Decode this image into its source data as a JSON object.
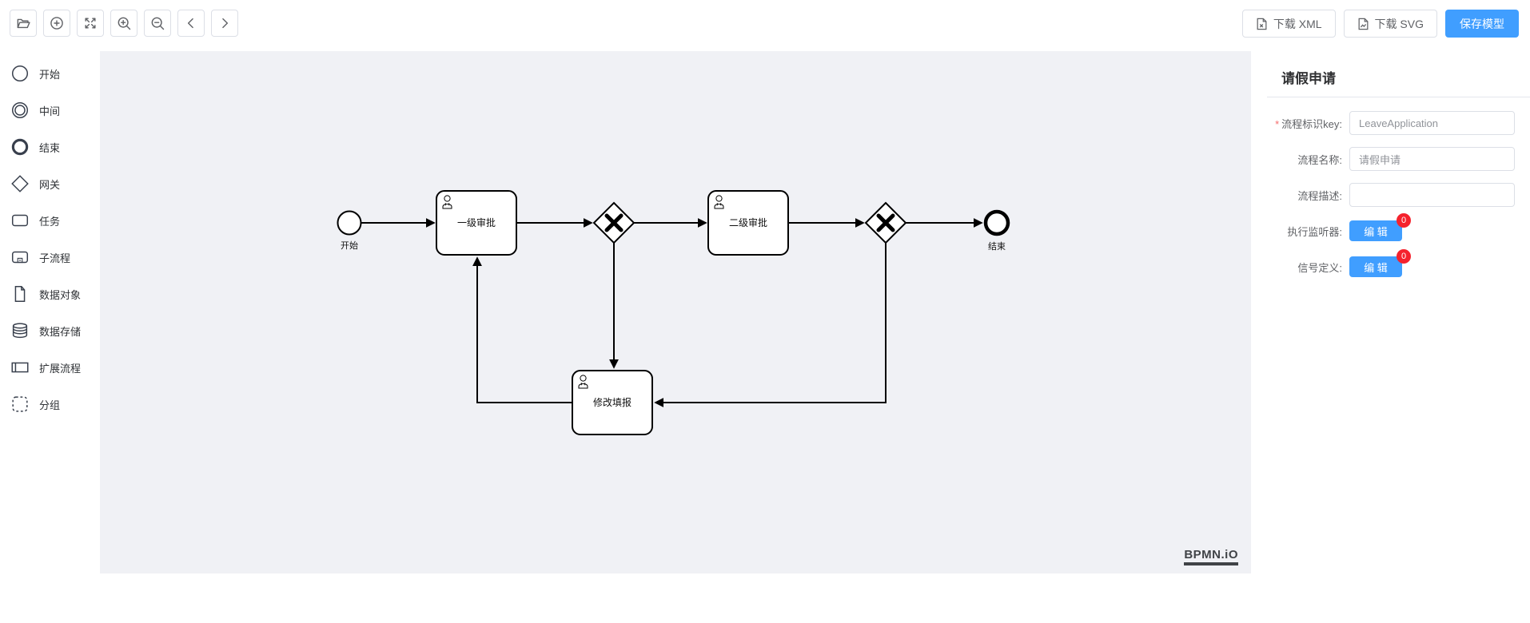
{
  "toolbar": {
    "left_icons": [
      "folder-open-icon",
      "circle-plus-icon",
      "fit-screen-icon",
      "zoom-in-icon",
      "zoom-out-icon",
      "chevron-left-icon",
      "chevron-right-icon"
    ],
    "download_xml": {
      "label": "下载 XML",
      "icon": "file-xml-icon"
    },
    "download_svg": {
      "label": "下载 SVG",
      "icon": "file-svg-icon"
    },
    "save": {
      "label": "保存模型"
    }
  },
  "palette": {
    "items": [
      {
        "label": "开始",
        "icon": "start-event-icon"
      },
      {
        "label": "中间",
        "icon": "intermediate-event-icon"
      },
      {
        "label": "结束",
        "icon": "end-event-icon"
      },
      {
        "label": "网关",
        "icon": "gateway-icon"
      },
      {
        "label": "任务",
        "icon": "task-icon"
      },
      {
        "label": "子流程",
        "icon": "subprocess-icon"
      },
      {
        "label": "数据对象",
        "icon": "data-object-icon"
      },
      {
        "label": "数据存储",
        "icon": "data-store-icon"
      },
      {
        "label": "扩展流程",
        "icon": "participant-icon"
      },
      {
        "label": "分组",
        "icon": "group-icon"
      }
    ]
  },
  "diagram": {
    "watermark": "BPMN.iO",
    "nodes": [
      {
        "id": "start",
        "type": "start-event",
        "label": "开始"
      },
      {
        "id": "task1",
        "type": "user-task",
        "label": "一级审批"
      },
      {
        "id": "gateway1",
        "type": "exclusive-gateway",
        "label": ""
      },
      {
        "id": "task2",
        "type": "user-task",
        "label": "二级审批"
      },
      {
        "id": "gateway2",
        "type": "exclusive-gateway",
        "label": ""
      },
      {
        "id": "end",
        "type": "end-event",
        "label": "结束"
      },
      {
        "id": "task3",
        "type": "user-task",
        "label": "修改填报"
      }
    ],
    "flows": [
      {
        "from": "start",
        "to": "task1"
      },
      {
        "from": "task1",
        "to": "gateway1"
      },
      {
        "from": "gateway1",
        "to": "task2"
      },
      {
        "from": "task2",
        "to": "gateway2"
      },
      {
        "from": "gateway2",
        "to": "end"
      },
      {
        "from": "gateway1",
        "to": "task3"
      },
      {
        "from": "gateway2",
        "to": "task3"
      },
      {
        "from": "task3",
        "to": "task1"
      }
    ]
  },
  "panel": {
    "title": "请假申请",
    "required_mark": "*",
    "fields": [
      {
        "label": "流程标识key:",
        "required": true,
        "value": "LeaveApplication"
      },
      {
        "label": "流程名称:",
        "required": false,
        "value": "请假申请"
      },
      {
        "label": "流程描述:",
        "required": false,
        "value": ""
      },
      {
        "label": "执行监听器:",
        "button": "编 辑",
        "badge": "0"
      },
      {
        "label": "信号定义:",
        "button": "编 辑",
        "badge": "0"
      }
    ]
  },
  "colors": {
    "primary": "#409eff",
    "badge_red": "#f5222d",
    "canvas_bg": "#f0f1f5"
  }
}
